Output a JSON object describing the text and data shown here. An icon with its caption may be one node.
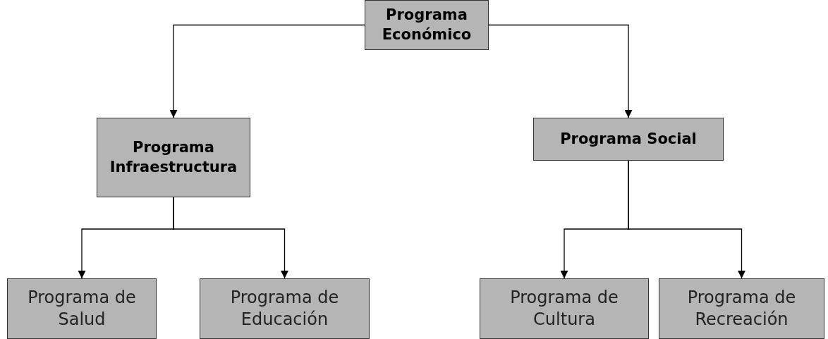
{
  "diagram": {
    "nodes": [
      {
        "text": [
          "Programa Económico"
        ]
      },
      {
        "text": [
          "Programa Infraestructura"
        ]
      },
      {
        "text": [
          "Programa Social"
        ]
      },
      {
        "text": [
          "Programa de Salud"
        ]
      },
      {
        "text": [
          "Programa de Educación"
        ]
      },
      {
        "text": [
          "Programa de Cultura"
        ]
      },
      {
        "text": [
          "Programa de Recreación"
        ]
      }
    ],
    "edges": [
      {
        "from": 0,
        "to": 1,
        "arrow": "to"
      },
      {
        "from": 0,
        "to": 2,
        "arrow": "to"
      },
      {
        "from": 1,
        "to": 3,
        "arrow": "to"
      },
      {
        "from": 1,
        "to": 4,
        "arrow": "to"
      },
      {
        "from": 2,
        "to": 5,
        "arrow": "to"
      },
      {
        "from": 2,
        "to": 6,
        "arrow": "to"
      }
    ]
  }
}
